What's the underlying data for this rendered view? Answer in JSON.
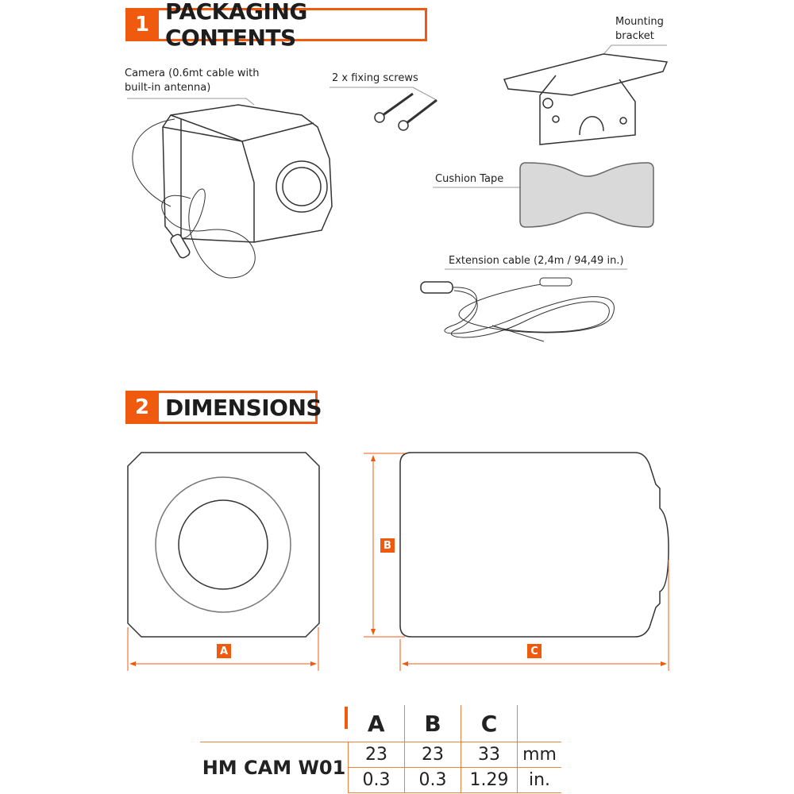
{
  "section1": {
    "number": "1",
    "title": "PACKAGING CONTENTS"
  },
  "section2": {
    "number": "2",
    "title": "DIMENSIONS"
  },
  "labels": {
    "camera": "Camera (0.6mt cable with built-in antenna)",
    "screws": "2 x fixing screws",
    "bracket": "Mounting bracket",
    "tape": "Cushion Tape",
    "extension": "Extension cable (2,4m / 94,49 in.)"
  },
  "dimension_tags": {
    "a": "A",
    "b": "B",
    "c": "C"
  },
  "colors": {
    "accent": "#f05a0f"
  },
  "table": {
    "headers": [
      "A",
      "B",
      "C"
    ],
    "model": "HM CAM W01",
    "rows": [
      {
        "values": [
          "23",
          "23",
          "33"
        ],
        "unit": "mm"
      },
      {
        "values": [
          "0.3",
          "0.3",
          "1.29"
        ],
        "unit": "in."
      }
    ]
  }
}
